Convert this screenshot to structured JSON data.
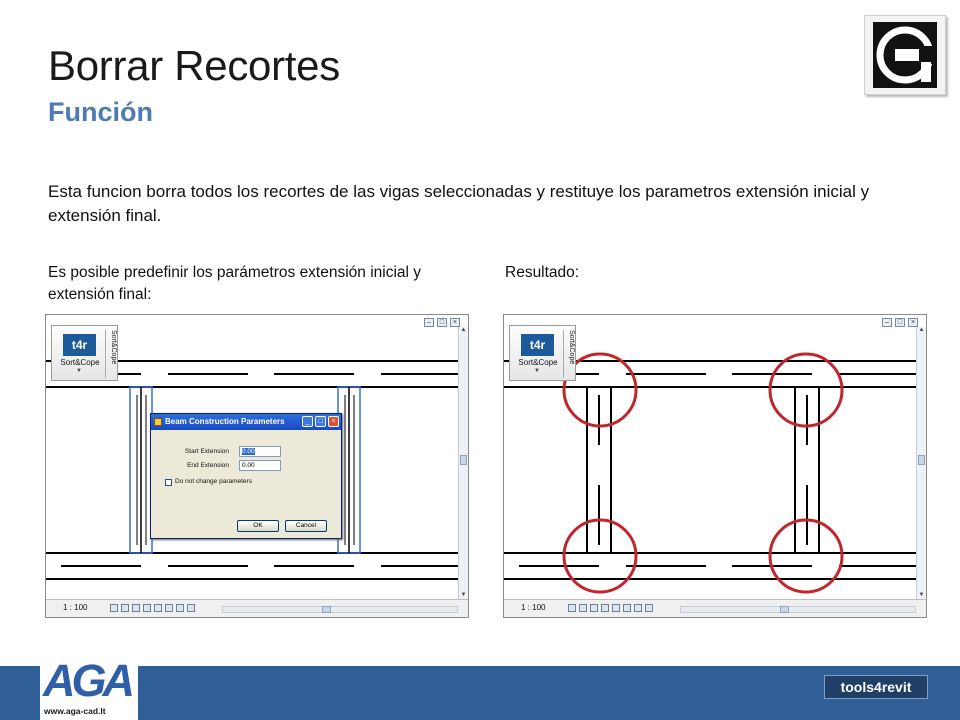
{
  "slide": {
    "title": "Borrar Recortes",
    "subtitle": "Función",
    "description": "Esta funcion borra todos los recortes de las vigas seleccionadas y restituye los parametros extensión inicial y extensión final.",
    "caption_left": "Es posible predefinir los parámetros extensión inicial y extensión final:",
    "caption_right": "Resultado:"
  },
  "revit_view": {
    "ribbon_badge": "t4r",
    "ribbon_label": "Sort&Cope",
    "ribbon_vertical_label": "Sort&Cope",
    "scale": "1 : 100"
  },
  "dialog": {
    "title": "Beam Construction Parameters",
    "start_extension_label": "Start Extension",
    "start_extension_value": "0.00",
    "end_extension_label": "End Extension",
    "end_extension_value": "0.00",
    "checkbox_label": "Do not change parameters",
    "checkbox_checked": false,
    "ok_label": "OK",
    "cancel_label": "Cancel"
  },
  "footer": {
    "company_logo_text": "AGA",
    "company_url": "www.aga-cad.lt",
    "product_badge": "tools4revit"
  },
  "colors": {
    "subtitle": "#4f7ab3",
    "footer_bar": "#2f5f96",
    "highlight_circle": "#c0272d",
    "selection_outline": "#3b6fd4"
  }
}
